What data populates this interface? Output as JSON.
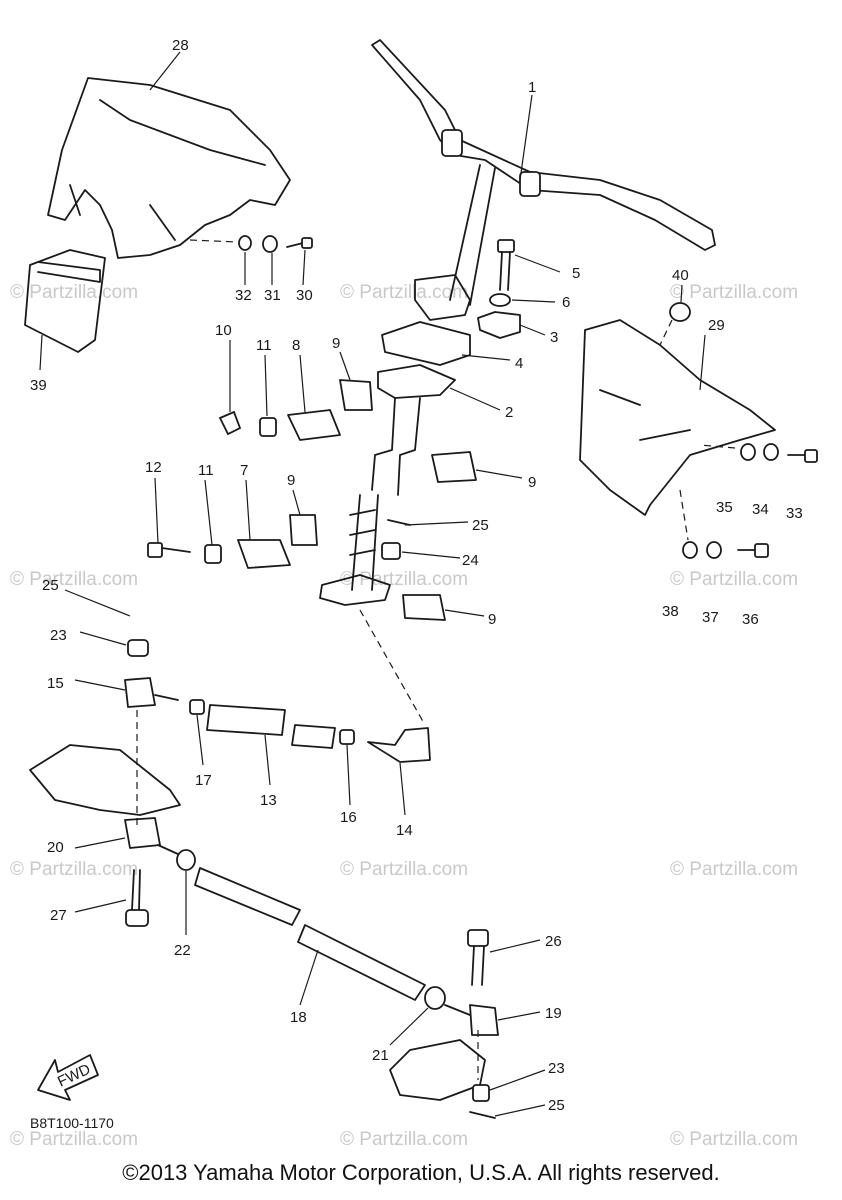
{
  "diagram": {
    "catalog_code": "B8T100-1170",
    "fwd_label": "FWD",
    "copyright": "©2013  Yamaha Motor Corporation, U.S.A. All rights reserved.",
    "watermark": "© Partzilla.com",
    "callouts": {
      "c1": "1",
      "c2": "2",
      "c3": "3",
      "c4": "4",
      "c5": "5",
      "c6": "6",
      "c7": "7",
      "c8": "8",
      "c9a": "9",
      "c9b": "9",
      "c9c": "9",
      "c9d": "9",
      "c10": "10",
      "c11a": "11",
      "c11b": "11",
      "c12": "12",
      "c13": "13",
      "c14": "14",
      "c15": "15",
      "c16": "16",
      "c17": "17",
      "c18": "18",
      "c19": "19",
      "c20": "20",
      "c21": "21",
      "c22": "22",
      "c23a": "23",
      "c23b": "23",
      "c24": "24",
      "c25a": "25",
      "c25b": "25",
      "c25c": "25",
      "c26": "26",
      "c27": "27",
      "c28": "28",
      "c29": "29",
      "c30": "30",
      "c31": "31",
      "c32": "32",
      "c33": "33",
      "c34": "34",
      "c35": "35",
      "c36": "36",
      "c37": "37",
      "c38": "38",
      "c39": "39",
      "c40": "40"
    }
  }
}
